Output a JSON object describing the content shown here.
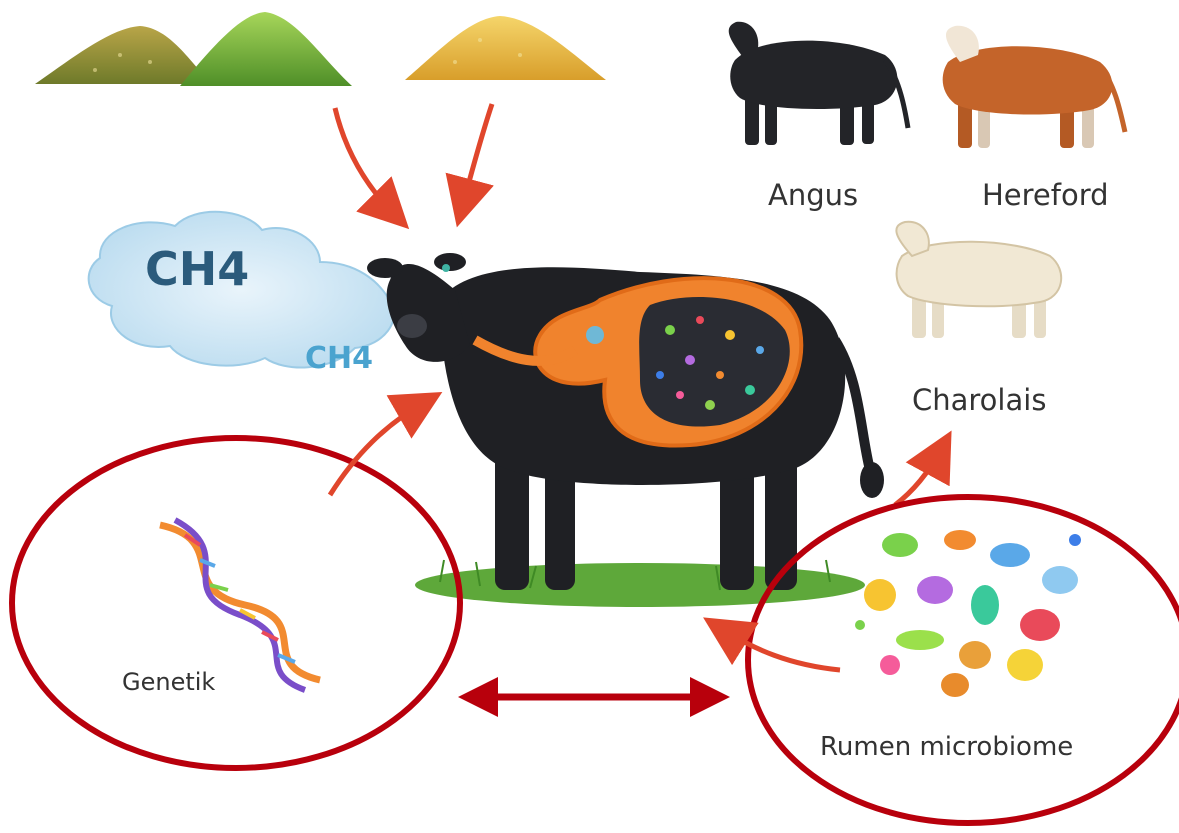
{
  "diagram": {
    "methane_big": "CH4",
    "methane_small": "CH4",
    "breeds": [
      {
        "label": "Angus"
      },
      {
        "label": "Hereford"
      },
      {
        "label": "Charolais"
      }
    ],
    "genetics_label": "Genetik",
    "microbiome_label": "Rumen microbiome"
  },
  "colors": {
    "arrow": "#e0462c",
    "highlight_ring": "#b8000c",
    "cloud": "#cfe6f4",
    "cow_body": "#1f2024",
    "rumen": "#f0832d",
    "grass": "#5ea83a"
  }
}
